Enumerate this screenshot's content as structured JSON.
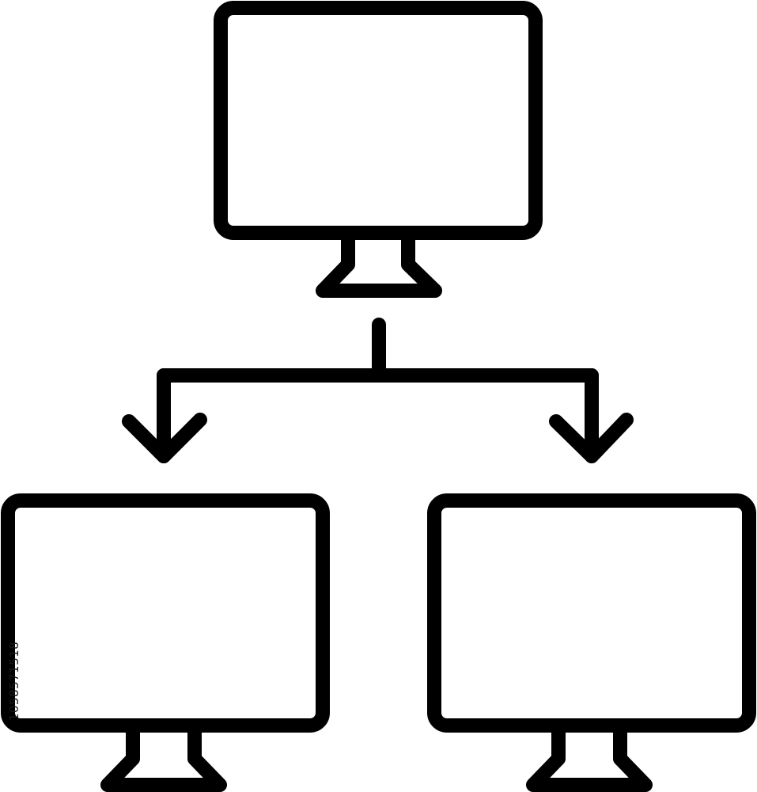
{
  "diagram": {
    "type": "network-hierarchy-icon",
    "stroke_color": "#000000",
    "background": "#ffffff",
    "nodes": [
      {
        "id": "top",
        "icon": "monitor-icon"
      },
      {
        "id": "bottom-left",
        "icon": "monitor-icon"
      },
      {
        "id": "bottom-right",
        "icon": "monitor-icon"
      }
    ],
    "edges": [
      {
        "from": "top",
        "to": "bottom-left",
        "icon": "arrow-down-icon"
      },
      {
        "from": "top",
        "to": "bottom-right",
        "icon": "arrow-down-icon"
      }
    ]
  },
  "watermark": {
    "stock_id": "1058571518"
  }
}
